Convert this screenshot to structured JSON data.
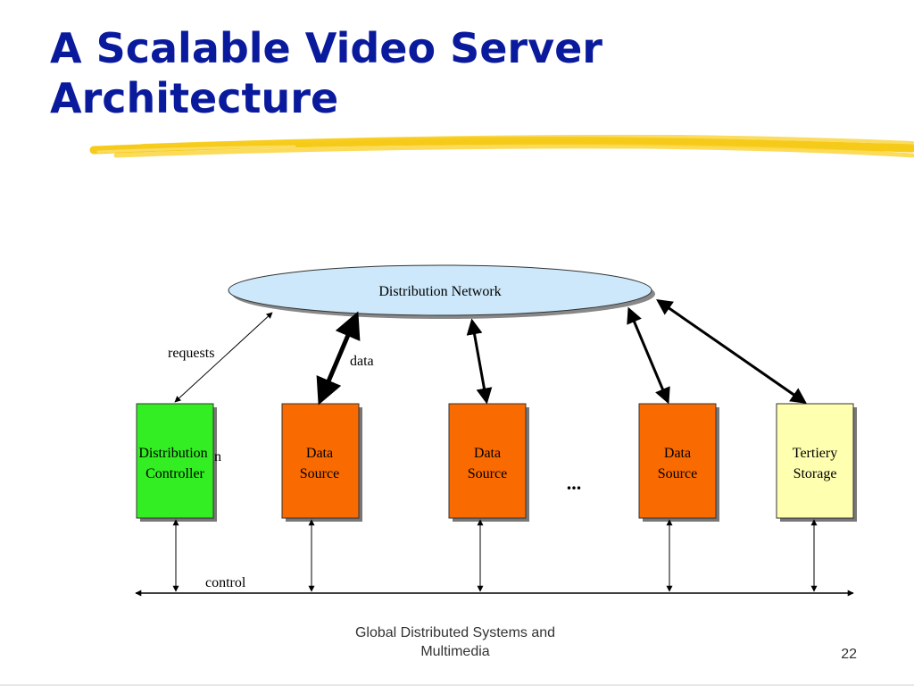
{
  "slide": {
    "title_line1": "A Scalable Video Server",
    "title_line2": "Architecture",
    "footer_line1": "Global Distributed Systems and",
    "footer_line2": "Multimedia",
    "page_number": "22"
  },
  "colors": {
    "title": "#0a1a9c",
    "underline_stroke": "#f5c400",
    "network_fill": "#cce8fa",
    "controller_fill": "#33ee22",
    "data_source_fill": "#f96a00",
    "storage_fill": "#ffffb0"
  },
  "diagram": {
    "network_label": "Distribution Network",
    "controller_line1": "Distribution",
    "controller_line2": "Controller",
    "controller_stray_glyph": "n",
    "source1_line1": "Data",
    "source1_line2": "Source",
    "source2_line1": "Data",
    "source2_line2": "Source",
    "source3_line1": "Data",
    "source3_line2": "Source",
    "storage_line1": "Tertiery",
    "storage_line2": "Storage",
    "ellipsis": "...",
    "requests_label": "requests",
    "data_label": "data",
    "control_label": "control"
  }
}
